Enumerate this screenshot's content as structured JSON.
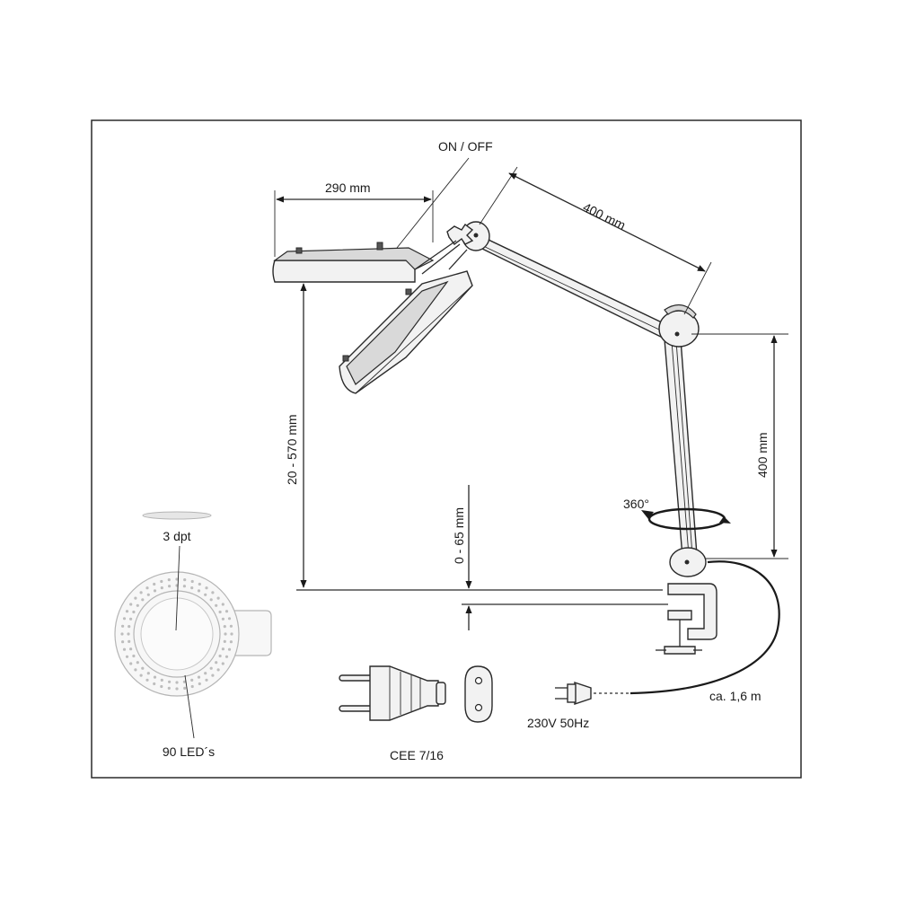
{
  "labels": {
    "switch": "ON / OFF",
    "head_width": "290 mm",
    "upper_arm": "400 mm",
    "lower_arm": "400 mm",
    "height_range": "20 - 570 mm",
    "clamp_range": "0 - 65 mm",
    "rotation": "360°",
    "lens": "3 dpt",
    "leds": "90 LED´s",
    "plug_standard": "CEE 7/16",
    "power": "230V  50Hz",
    "cable": "ca. 1,6 m"
  }
}
